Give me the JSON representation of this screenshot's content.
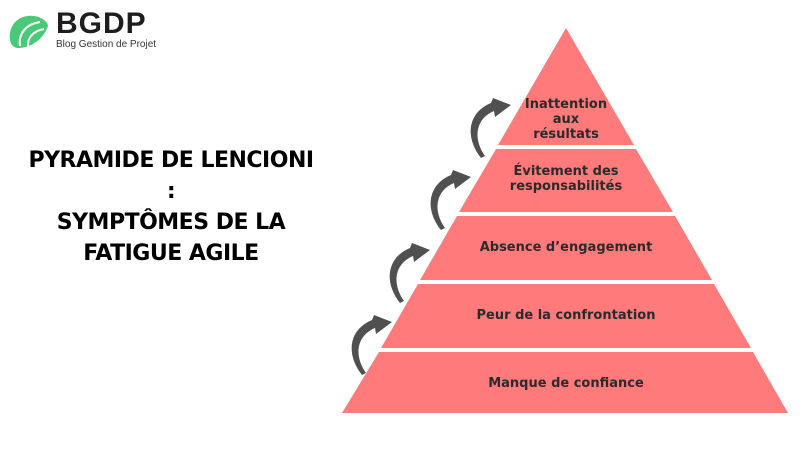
{
  "logo": {
    "title": "BGDP",
    "subtitle": "Blog Gestion de Projet",
    "brand_color": "#4cc879",
    "icon": "leaf-logo-icon"
  },
  "title": {
    "line1": "PYRAMIDE DE LENCIONI :",
    "line2": "SYMPTÔMES DE LA",
    "line3": "FATIGUE AGILE"
  },
  "pyramid": {
    "fill_color": "#ff7b7b",
    "arrow_color": "#505050",
    "levels": [
      {
        "level": 5,
        "label_lines": [
          "Inattention",
          "aux",
          "résultats"
        ]
      },
      {
        "level": 4,
        "label_lines": [
          "Évitement des",
          "responsabilités"
        ]
      },
      {
        "level": 3,
        "label_lines": [
          "Absence d’engagement"
        ]
      },
      {
        "level": 2,
        "label_lines": [
          "Peur de la confrontation"
        ]
      },
      {
        "level": 1,
        "label_lines": [
          "Manque de confiance"
        ]
      }
    ],
    "arrows": [
      {
        "icon": "curved-arrow-icon",
        "from_level": 1,
        "to_level": 2
      },
      {
        "icon": "curved-arrow-icon",
        "from_level": 2,
        "to_level": 3
      },
      {
        "icon": "curved-arrow-icon",
        "from_level": 3,
        "to_level": 4
      },
      {
        "icon": "curved-arrow-icon",
        "from_level": 4,
        "to_level": 5
      }
    ]
  }
}
